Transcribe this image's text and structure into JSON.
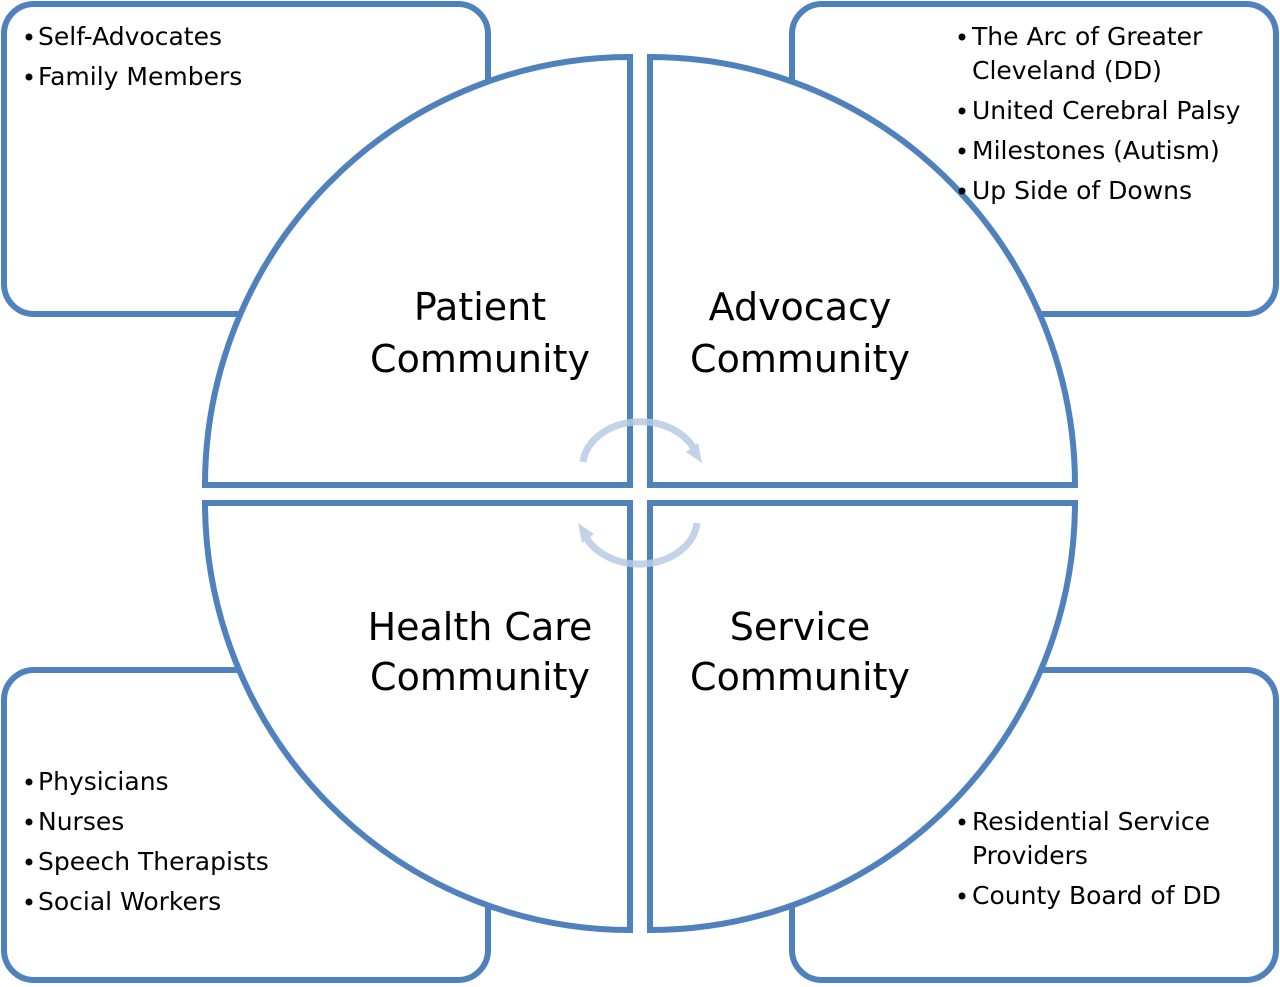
{
  "colors": {
    "outline": "#4f81bd",
    "fill": "#ffffff",
    "arrow": "#b8cce4",
    "text": "#000000"
  },
  "quadrants": {
    "patient": {
      "line1": "Patient",
      "line2": "Community"
    },
    "advocacy": {
      "line1": "Advocacy",
      "line2": "Community"
    },
    "health": {
      "line1": "Health Care",
      "line2": "Community"
    },
    "service": {
      "line1": "Service",
      "line2": "Community"
    }
  },
  "boxes": {
    "patient": {
      "items": [
        "Self-Advocates",
        "Family Members"
      ]
    },
    "advocacy": {
      "items": [
        {
          "line1": "The Arc of Greater",
          "line2": "Cleveland (DD)"
        },
        "United Cerebral Palsy",
        "Milestones (Autism)",
        "Up Side of Downs"
      ]
    },
    "health": {
      "items": [
        "Physicians",
        "Nurses",
        "Speech Therapists",
        "Social Workers"
      ]
    },
    "service": {
      "items": [
        {
          "line1": "Residential Service",
          "line2": "Providers"
        },
        "County Board of DD"
      ]
    }
  },
  "center_icon": "circular-arrows-icon"
}
